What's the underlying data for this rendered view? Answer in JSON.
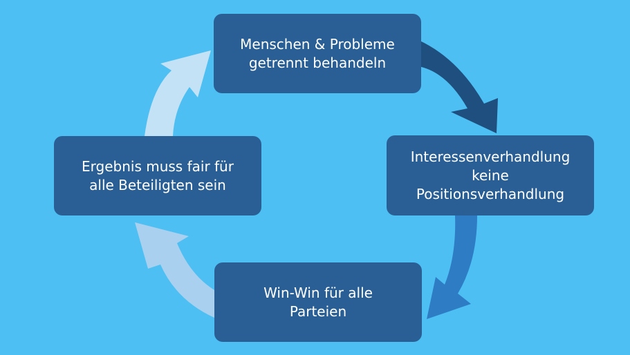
{
  "diagram": {
    "nodes": [
      {
        "id": "top",
        "label": "Menschen  & Probleme\ngetrennt behandeln"
      },
      {
        "id": "right",
        "label": "Interessenverhandlung\nkeine\nPositionsverhandlung"
      },
      {
        "id": "bottom",
        "label": "Win-Win für alle\nParteien"
      },
      {
        "id": "left",
        "label": "Ergebnis muss fair für\nalle Beteiligten sein"
      }
    ],
    "edges": [
      {
        "from": "top",
        "to": "right",
        "color": "#1e4f7e"
      },
      {
        "from": "right",
        "to": "bottom",
        "color": "#2e7cc4"
      },
      {
        "from": "bottom",
        "to": "left",
        "color": "#a9d0ee"
      },
      {
        "from": "left",
        "to": "top",
        "color": "#c4e2f6"
      }
    ],
    "colors": {
      "background": "#4dbff3",
      "box": "#2a5f95",
      "text": "#ffffff"
    }
  }
}
